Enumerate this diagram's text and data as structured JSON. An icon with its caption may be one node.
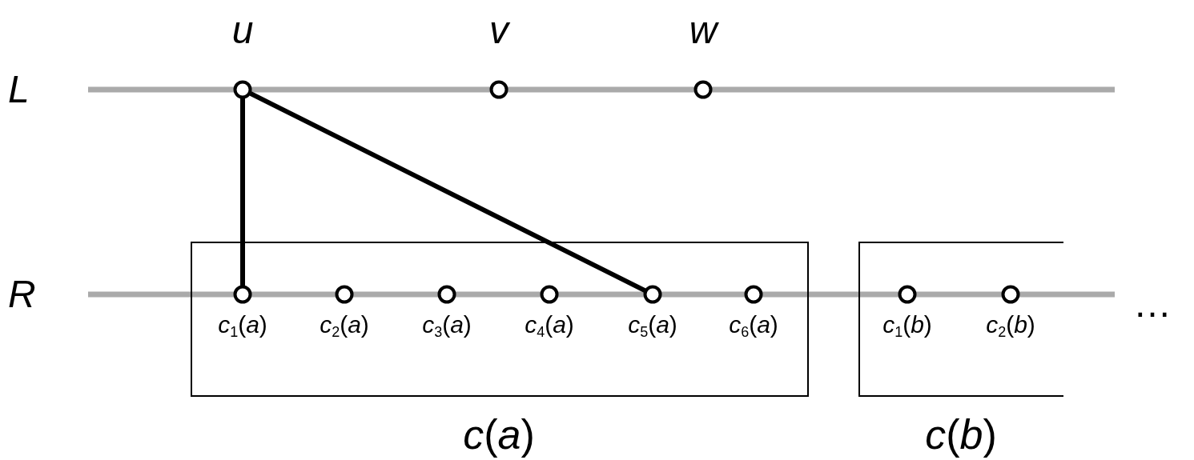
{
  "diagram": {
    "nodes": [
      {
        "text": [
          "u"
        ]
      },
      {
        "text": [
          "v"
        ]
      },
      {
        "text": [
          "w"
        ]
      },
      {
        "text": [
          "*c*(*a*)"
        ]
      },
      {
        "text": [
          "*c*$_{1}$(*a*)"
        ],
        "in": 3
      },
      {
        "text": [
          "*c*$_{2}$(*a*)"
        ],
        "in": 3
      },
      {
        "text": [
          "*c*$_{3}$(*a*)"
        ],
        "in": 3
      },
      {
        "text": [
          "*c*$_{4}$(*a*)"
        ],
        "in": 3
      },
      {
        "text": [
          "*c*$_{5}$(*a*)"
        ],
        "in": 3
      },
      {
        "text": [
          "*c*$_{6}$(*a*)"
        ],
        "in": 3
      },
      {
        "text": [
          "*c*(*b*)"
        ]
      },
      {
        "text": [
          "*c*$_{1}$(*b*)"
        ],
        "in": 10
      },
      {
        "text": [
          "*c*$_{2}$(*b*)"
        ],
        "in": 10
      }
    ],
    "edges": [
      {
        "from": 0,
        "to": 4,
        "arrow": "none"
      },
      {
        "from": 0,
        "to": 8,
        "arrow": "none"
      }
    ],
    "labels": [
      "L",
      "R",
      "…"
    ]
  }
}
